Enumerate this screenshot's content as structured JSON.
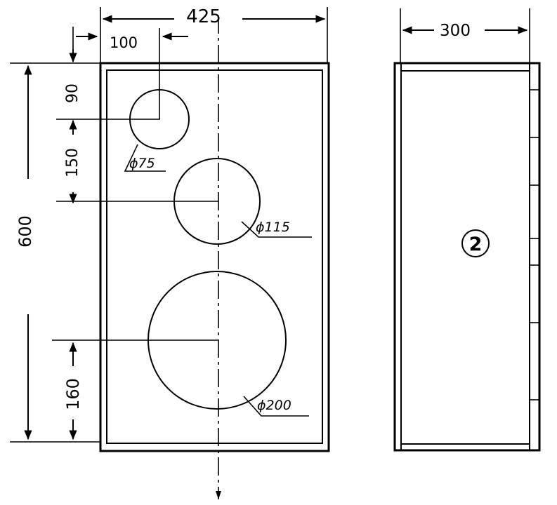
{
  "front_view": {
    "width_label": "425",
    "height_label": "600",
    "tweeter_offset_x_label": "100",
    "tweeter_offset_y_label": "90",
    "mid_spacing_label": "150",
    "woofer_bottom_label": "160",
    "tweeter_diameter_label": "ϕ75",
    "mid_diameter_label": "ϕ115",
    "woofer_diameter_label": "ϕ200"
  },
  "side_view": {
    "depth_label": "300",
    "part_number": "2"
  }
}
